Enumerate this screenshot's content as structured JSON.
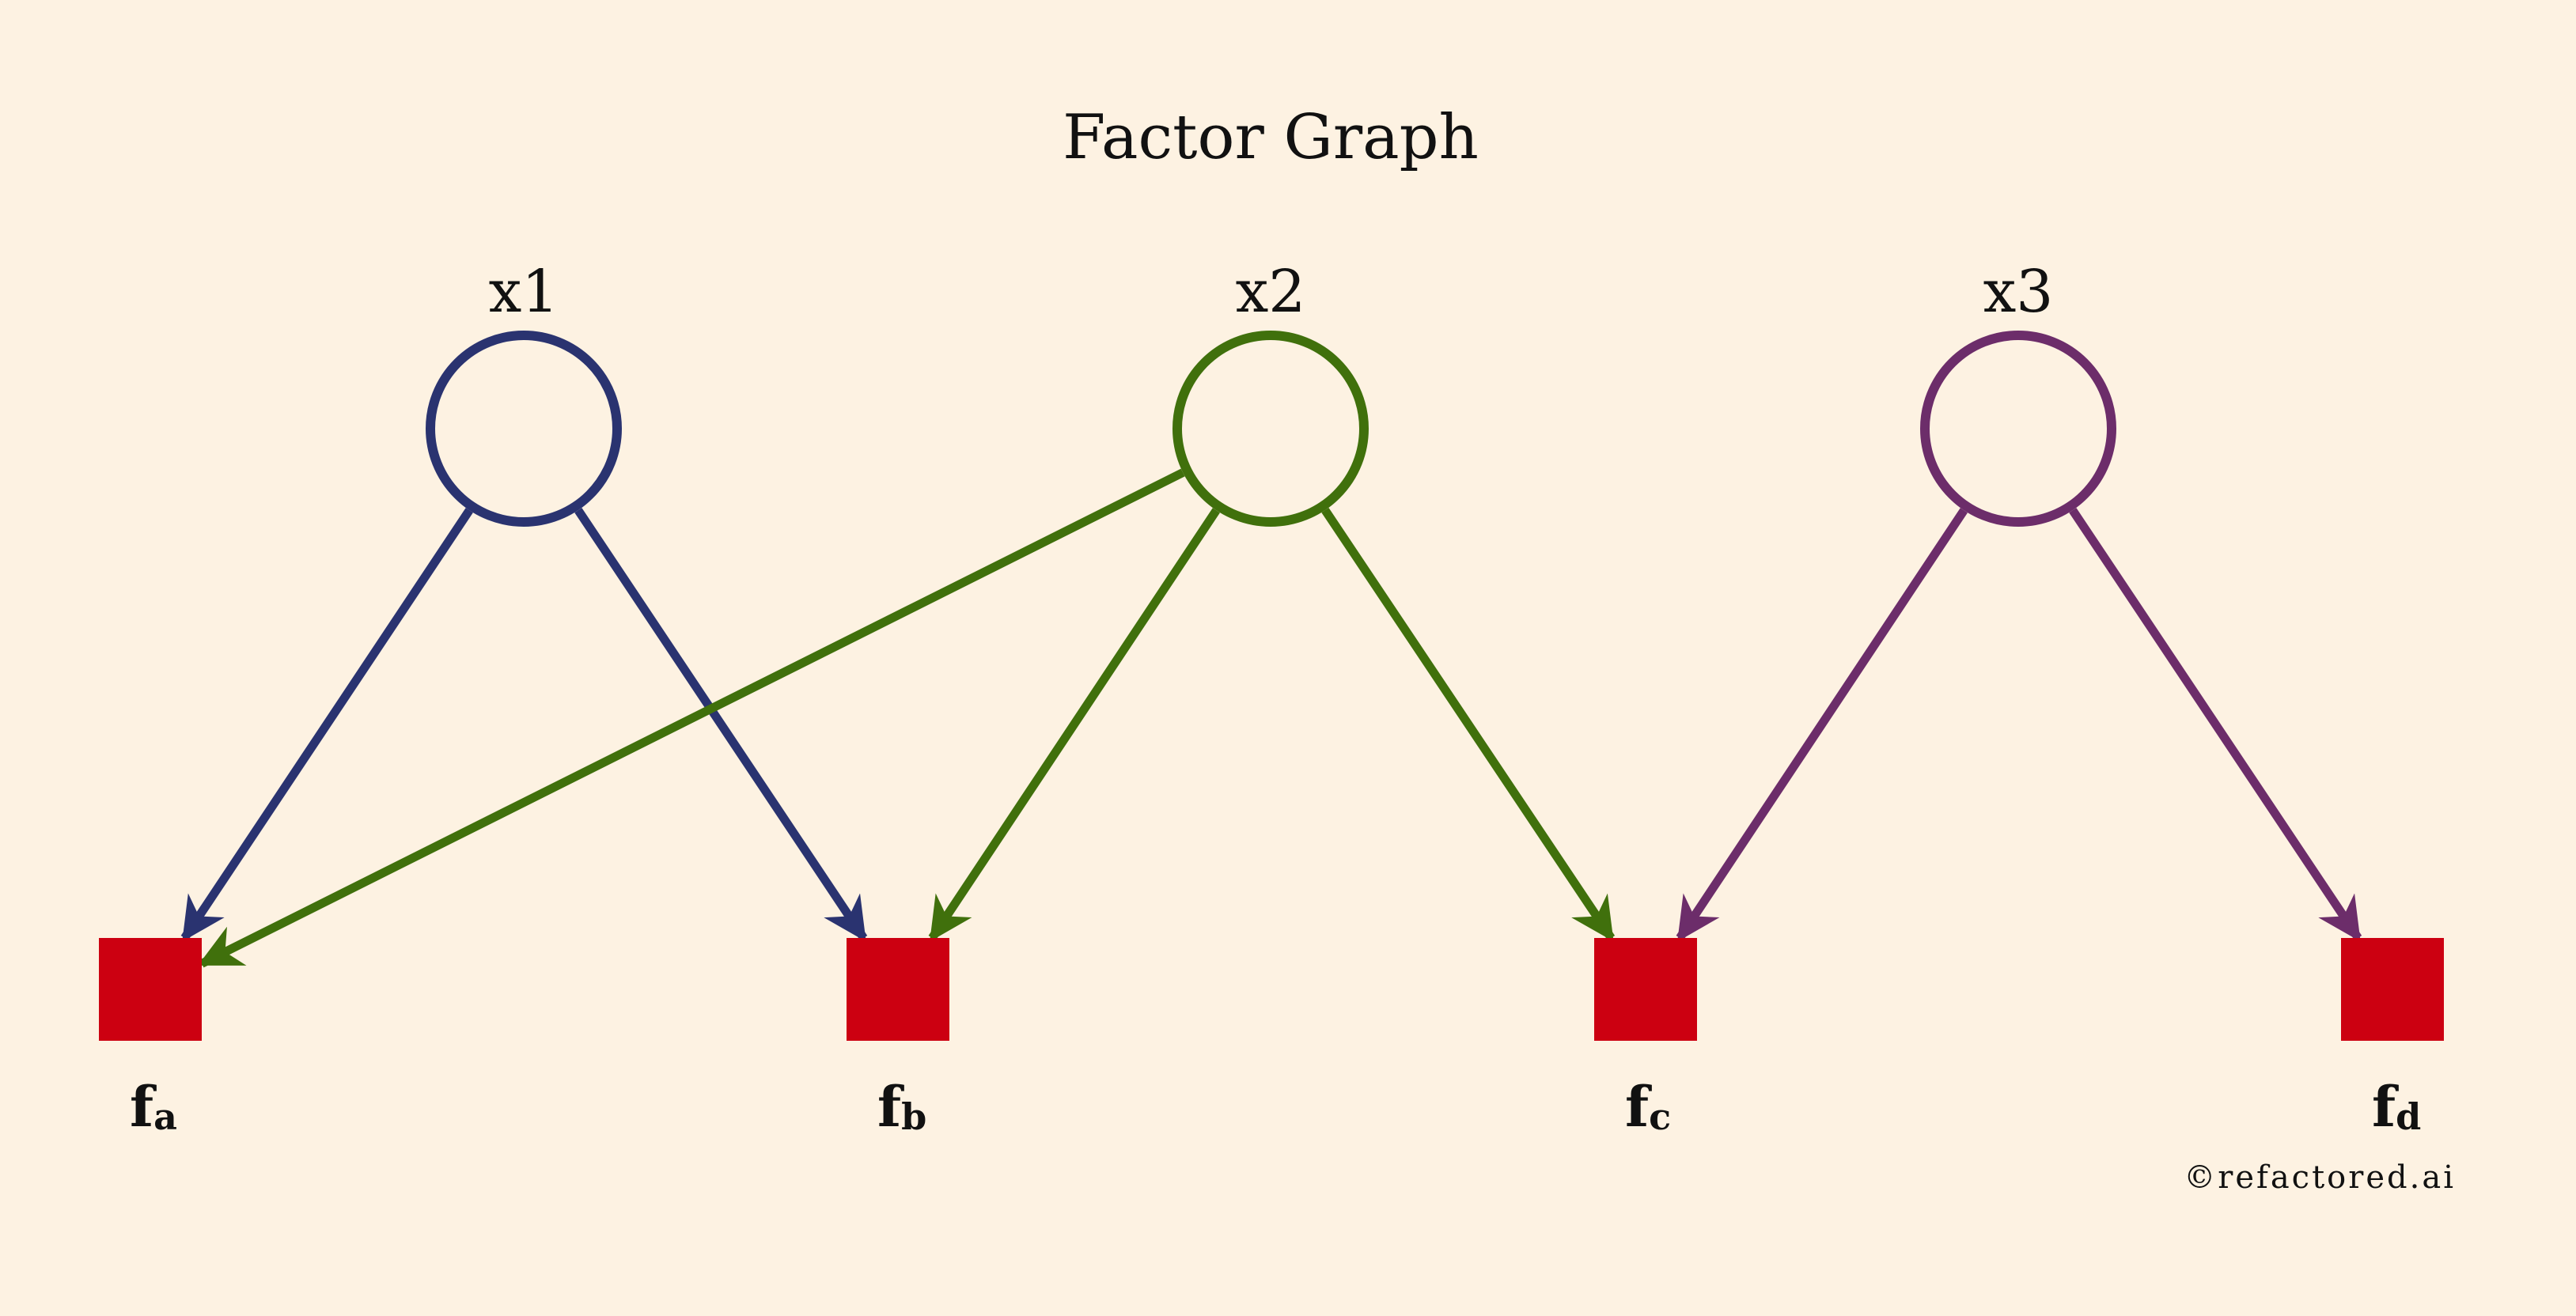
{
  "title": "Factor Graph",
  "background_color": "#fdf2e2",
  "factor_color": "#cc0011",
  "variables": [
    {
      "id": "x1",
      "label": "x1",
      "color": "#2a3370"
    },
    {
      "id": "x2",
      "label": "x2",
      "color": "#40700c"
    },
    {
      "id": "x3",
      "label": "x3",
      "color": "#6c2d6a"
    }
  ],
  "factors": [
    {
      "id": "fa",
      "label": "f",
      "subscript": "a"
    },
    {
      "id": "fb",
      "label": "f",
      "subscript": "b"
    },
    {
      "id": "fc",
      "label": "f",
      "subscript": "c"
    },
    {
      "id": "fd",
      "label": "f",
      "subscript": "d"
    }
  ],
  "edges": [
    {
      "from": "x1",
      "to": "fa"
    },
    {
      "from": "x1",
      "to": "fb"
    },
    {
      "from": "x2",
      "to": "fa"
    },
    {
      "from": "x2",
      "to": "fb"
    },
    {
      "from": "x2",
      "to": "fc"
    },
    {
      "from": "x3",
      "to": "fc"
    },
    {
      "from": "x3",
      "to": "fd"
    }
  ],
  "watermark": "©refactored.ai"
}
